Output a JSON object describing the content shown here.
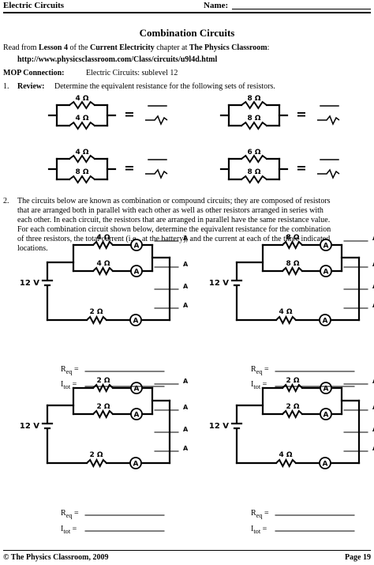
{
  "header": {
    "section": "Electric Circuits",
    "name_label": "Name:"
  },
  "title": "Combination Circuits",
  "intro": {
    "read_from": "Read from ",
    "lesson": "Lesson 4",
    "of_the": " of the ",
    "chapter": "Current Electricity",
    "chapter_at": " chapter at ",
    "site": "The Physics Classroom",
    "colon": ":",
    "url": "http://www.physicsclassroom.com/Class/circuits/u9l4d.html"
  },
  "mop": {
    "label": "MOP Connection:",
    "value": "Electric Circuits:  sublevel 12"
  },
  "q1": {
    "number": "1.",
    "label": "Review:",
    "text": "Determine the equivalent resistance for the following sets of resistors.",
    "sets": [
      {
        "top": "4 Ω",
        "bottom": "4 Ω"
      },
      {
        "top": "8 Ω",
        "bottom": "8 Ω"
      },
      {
        "top": "4 Ω",
        "bottom": "8 Ω"
      },
      {
        "top": "6 Ω",
        "bottom": "8 Ω"
      }
    ],
    "equals": "="
  },
  "q2": {
    "number": "2.",
    "lines": [
      "The circuits below are known as combination or compound circuits;  they are composed of resistors",
      "that are arranged both in parallel with each other as well as other resistors arranged in series with",
      "each other.  In each circuit, the resistors that are arranged in parallel have the same resistance value.",
      "For each combination circuit shown below, determine the equivalent resistance for the combination",
      "of three resistors, the total current (i.e., at the battery), and the current at each of the three indicated",
      "locations."
    ],
    "circuits": [
      {
        "battery": "12 V",
        "r1": "4 Ω",
        "r2": "4 Ω",
        "r3": "2 Ω"
      },
      {
        "battery": "12 V",
        "r1": "8 Ω",
        "r2": "8 Ω",
        "r3": "4 Ω"
      },
      {
        "battery": "12 V",
        "r1": "2 Ω",
        "r2": "2 Ω",
        "r3": "2 Ω"
      },
      {
        "battery": "12 V",
        "r1": "2 Ω",
        "r2": "2 Ω",
        "r3": "4 Ω"
      }
    ],
    "ammeter": "A",
    "amps_unit": "A",
    "req_label": "R",
    "req_sub": "eq",
    "itot_label": "I",
    "itot_sub": "tot",
    "eq_sign": " ="
  },
  "footer": {
    "left": "©  The Physics Classroom, 2009",
    "right": "Page 19"
  }
}
